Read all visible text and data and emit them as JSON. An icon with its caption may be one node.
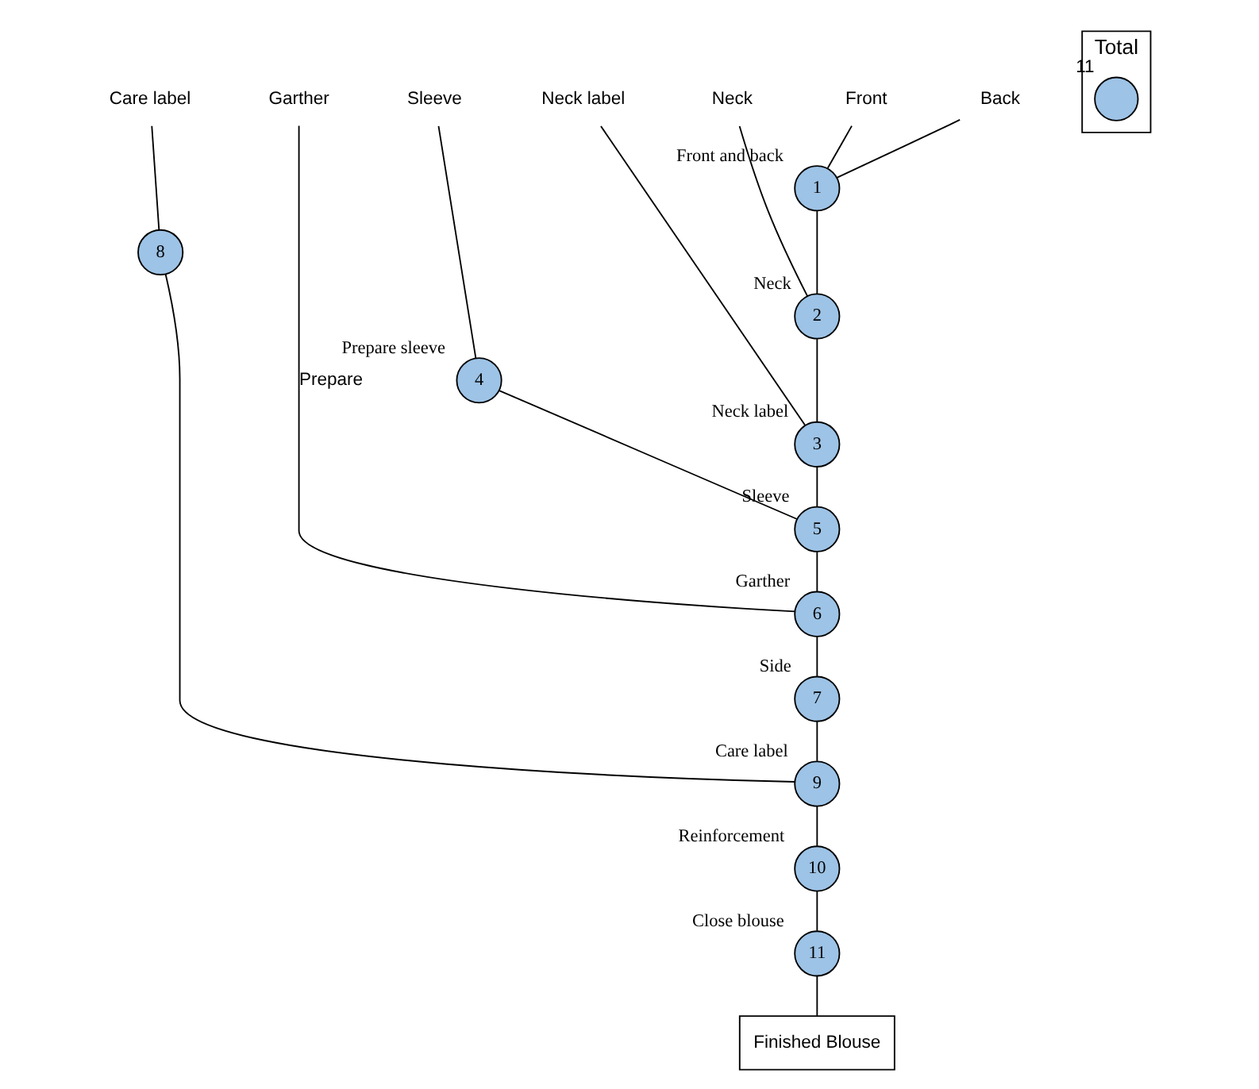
{
  "diagram": {
    "nodes": [
      {
        "text": [
          "Care label"
        ]
      },
      {
        "text": [
          "Garther"
        ]
      },
      {
        "text": [
          "Sleeve"
        ]
      },
      {
        "text": [
          "Neck label"
        ]
      },
      {
        "text": [
          "Neck"
        ]
      },
      {
        "text": [
          "Front"
        ]
      },
      {
        "text": [
          "Back"
        ]
      },
      {
        "text": [
          "8"
        ]
      },
      {
        "text": [
          "4"
        ],
        "beside": [
          "Prepare sleeve"
        ]
      },
      {
        "text": [
          "1"
        ],
        "beside": [
          "Front and back"
        ]
      },
      {
        "text": [
          "2"
        ],
        "beside": [
          "Neck"
        ]
      },
      {
        "text": [
          "3"
        ],
        "beside": [
          "Neck label"
        ]
      },
      {
        "text": [
          "5"
        ],
        "beside": [
          "Sleeve"
        ]
      },
      {
        "text": [
          "6"
        ],
        "beside": [
          "Garther"
        ]
      },
      {
        "text": [
          "7"
        ],
        "beside": [
          "Side"
        ]
      },
      {
        "text": [
          "9"
        ],
        "beside": [
          "Care label"
        ]
      },
      {
        "text": [
          "10"
        ],
        "beside": [
          "Reinforcement"
        ]
      },
      {
        "text": [
          "11"
        ],
        "beside": [
          "Close blouse"
        ]
      },
      {
        "text": [
          "Finished Blouse"
        ]
      },
      {
        "text": [
          "Total"
        ]
      },
      {
        "text": [],
        "shape": "circle",
        "beside": [
          "11"
        ],
        "in": 19
      }
    ],
    "edges": [
      {
        "from": 0,
        "to": 7,
        "arrow": "none"
      },
      {
        "from": 2,
        "to": 8,
        "arrow": "none"
      },
      {
        "from": 5,
        "to": 9,
        "arrow": "none"
      },
      {
        "from": 6,
        "to": 9,
        "arrow": "none"
      },
      {
        "from": 9,
        "to": 10,
        "arrow": "none"
      },
      {
        "from": 4,
        "to": 10,
        "arrow": "none"
      },
      {
        "from": 10,
        "to": 11,
        "arrow": "none"
      },
      {
        "from": 3,
        "to": 11,
        "arrow": "none"
      },
      {
        "from": 11,
        "to": 12,
        "arrow": "none"
      },
      {
        "from": 8,
        "to": 12,
        "arrow": "none"
      },
      {
        "from": 12,
        "to": 13,
        "arrow": "none"
      },
      {
        "from": 1,
        "to": 13,
        "label": "Prepare",
        "arrow": "none"
      },
      {
        "from": 13,
        "to": 14,
        "arrow": "none"
      },
      {
        "from": 14,
        "to": 15,
        "arrow": "none"
      },
      {
        "from": 7,
        "to": 15,
        "arrow": "none"
      },
      {
        "from": 15,
        "to": 16,
        "arrow": "none"
      },
      {
        "from": 16,
        "to": 17,
        "arrow": "none"
      },
      {
        "from": 17,
        "to": 18,
        "arrow": "none"
      }
    ]
  }
}
